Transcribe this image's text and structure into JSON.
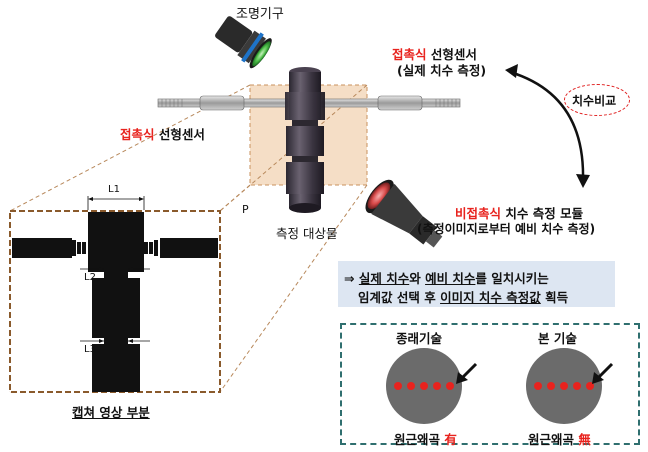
{
  "labels": {
    "light": "조명기구",
    "contact_top_red": "접촉식",
    "contact_top_rest": " 선형센서",
    "contact_top_sub": "(실제 치수 측정)",
    "contact_left_red": "접촉식",
    "contact_left_rest": " 선형센서",
    "compare": "치수비교",
    "noncontact_red": "비접촉식",
    "noncontact_rest": " 치수 측정 모듈",
    "noncontact_sub": "(측정이미지로부터 예비 치수 측정)",
    "target": "측정 대상물",
    "p": "P",
    "l1": "L1",
    "l2": "L2",
    "l3": "L3",
    "capture": "캡쳐 영상 부분"
  },
  "callout": {
    "arrow": "⇒",
    "u1": "실제 치수",
    "t1": "와 ",
    "u2": "예비 치수",
    "t2": "를 일치시키는",
    "t3": "임계값 선택 후 ",
    "u3": "이미지 치수 측정값",
    "t4": " 획득"
  },
  "comparison": {
    "left_title": "종래기술",
    "right_title": "본 기술",
    "left_caption": "원근왜곡 ",
    "left_mark": "有",
    "right_caption": "원근왜곡 ",
    "right_mark": "無"
  },
  "colors": {
    "accent_red": "#e8231e",
    "callout_bg": "#dde6f2",
    "dash_border": "#2f6f6f",
    "highlight_box": "#f2d3b3",
    "circle_fill": "#6b6b6b"
  }
}
